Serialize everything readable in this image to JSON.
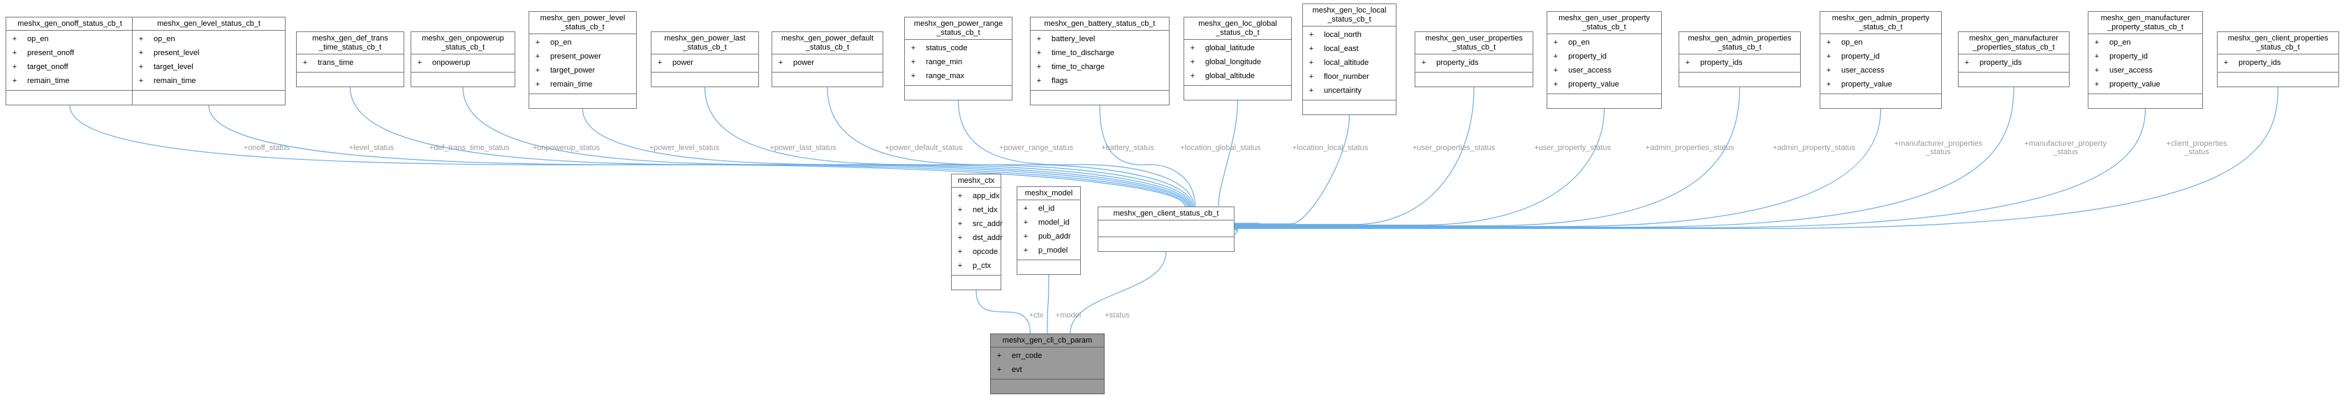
{
  "nodes": [
    {
      "id": "onoff",
      "title": [
        "meshx_gen_onoff_status_cb_t"
      ],
      "attrs": [
        "op_en",
        "present_onoff",
        "target_onoff",
        "remain_time"
      ]
    },
    {
      "id": "level",
      "title": [
        "meshx_gen_level_status_cb_t"
      ],
      "attrs": [
        "op_en",
        "present_level",
        "target_level",
        "remain_time"
      ]
    },
    {
      "id": "deftrans",
      "title": [
        "meshx_gen_def_trans",
        "_time_status_cb_t"
      ],
      "attrs": [
        "trans_time"
      ]
    },
    {
      "id": "onpowerup",
      "title": [
        "meshx_gen_onpowerup",
        "_status_cb_t"
      ],
      "attrs": [
        "onpowerup"
      ]
    },
    {
      "id": "powerlevel",
      "title": [
        "meshx_gen_power_level",
        "_status_cb_t"
      ],
      "attrs": [
        "op_en",
        "present_power",
        "target_power",
        "remain_time"
      ]
    },
    {
      "id": "powerlast",
      "title": [
        "meshx_gen_power_last",
        "_status_cb_t"
      ],
      "attrs": [
        "power"
      ]
    },
    {
      "id": "powerdefault",
      "title": [
        "meshx_gen_power_default",
        "_status_cb_t"
      ],
      "attrs": [
        "power"
      ]
    },
    {
      "id": "powerrange",
      "title": [
        "meshx_gen_power_range",
        "_status_cb_t"
      ],
      "attrs": [
        "status_code",
        "range_min",
        "range_max"
      ]
    },
    {
      "id": "battery",
      "title": [
        "meshx_gen_battery_status_cb_t"
      ],
      "attrs": [
        "battery_level",
        "time_to_discharge",
        "time_to_charge",
        "flags"
      ]
    },
    {
      "id": "locglobal",
      "title": [
        "meshx_gen_loc_global",
        "_status_cb_t"
      ],
      "attrs": [
        "global_latitude",
        "global_longitude",
        "global_altitude"
      ]
    },
    {
      "id": "loclocal",
      "title": [
        "meshx_gen_loc_local",
        "_status_cb_t"
      ],
      "attrs": [
        "local_north",
        "local_east",
        "local_altitude",
        "floor_number",
        "uncertainty"
      ]
    },
    {
      "id": "userprops",
      "title": [
        "meshx_gen_user_properties",
        "_status_cb_t"
      ],
      "attrs": [
        "property_ids"
      ]
    },
    {
      "id": "userprop",
      "title": [
        "meshx_gen_user_property",
        "_status_cb_t"
      ],
      "attrs": [
        "op_en",
        "property_id",
        "user_access",
        "property_value"
      ]
    },
    {
      "id": "adminprops",
      "title": [
        "meshx_gen_admin_properties",
        "_status_cb_t"
      ],
      "attrs": [
        "property_ids"
      ]
    },
    {
      "id": "adminprop",
      "title": [
        "meshx_gen_admin_property",
        "_status_cb_t"
      ],
      "attrs": [
        "op_en",
        "property_id",
        "user_access",
        "property_value"
      ]
    },
    {
      "id": "mfrprops",
      "title": [
        "meshx_gen_manufacturer",
        "_properties_status_cb_t"
      ],
      "attrs": [
        "property_ids"
      ]
    },
    {
      "id": "mfrprop",
      "title": [
        "meshx_gen_manufacturer",
        "_property_status_cb_t"
      ],
      "attrs": [
        "op_en",
        "property_id",
        "user_access",
        "property_value"
      ]
    },
    {
      "id": "clientprops",
      "title": [
        "meshx_gen_client_properties",
        "_status_cb_t"
      ],
      "attrs": [
        "property_ids"
      ]
    },
    {
      "id": "ctx",
      "title": [
        "meshx_ctx"
      ],
      "attrs": [
        "app_idx",
        "net_idx",
        "src_addr",
        "dst_addr",
        "opcode",
        "p_ctx"
      ]
    },
    {
      "id": "model",
      "title": [
        "meshx_model"
      ],
      "attrs": [
        "el_id",
        "model_id",
        "pub_addr",
        "p_model"
      ]
    },
    {
      "id": "client",
      "title": [
        "meshx_gen_client_status_cb_t"
      ],
      "attrs": []
    },
    {
      "id": "param",
      "title": [
        "meshx_gen_cli_cb_param"
      ],
      "attrs": [
        "err_code",
        "evt"
      ],
      "focus": true
    }
  ],
  "edges": [
    {
      "from": "onoff",
      "to": "client",
      "label": [
        "+onoff_status"
      ]
    },
    {
      "from": "level",
      "to": "client",
      "label": [
        "+level_status"
      ]
    },
    {
      "from": "deftrans",
      "to": "client",
      "label": [
        "+def_trans_time_status"
      ]
    },
    {
      "from": "onpowerup",
      "to": "client",
      "label": [
        "+onpowerup_status"
      ]
    },
    {
      "from": "powerlevel",
      "to": "client",
      "label": [
        "+power_level_status"
      ]
    },
    {
      "from": "powerlast",
      "to": "client",
      "label": [
        "+power_last_status"
      ]
    },
    {
      "from": "powerdefault",
      "to": "client",
      "label": [
        "+power_default_status"
      ]
    },
    {
      "from": "powerrange",
      "to": "client",
      "label": [
        "+power_range_status"
      ]
    },
    {
      "from": "battery",
      "to": "client",
      "label": [
        "+battery_status"
      ]
    },
    {
      "from": "locglobal",
      "to": "client",
      "label": [
        "+location_global_status"
      ]
    },
    {
      "from": "loclocal",
      "to": "client",
      "label": [
        "+location_local_status"
      ]
    },
    {
      "from": "userprops",
      "to": "client",
      "label": [
        "+user_properties_status"
      ]
    },
    {
      "from": "userprop",
      "to": "client",
      "label": [
        "+user_property_status"
      ]
    },
    {
      "from": "adminprops",
      "to": "client",
      "label": [
        "+admin_properties_status"
      ]
    },
    {
      "from": "adminprop",
      "to": "client",
      "label": [
        "+admin_property_status"
      ]
    },
    {
      "from": "mfrprops",
      "to": "client",
      "label": [
        "+manufacturer_properties",
        "_status"
      ]
    },
    {
      "from": "mfrprop",
      "to": "client",
      "label": [
        "+manufacturer_property",
        "_status"
      ]
    },
    {
      "from": "clientprops",
      "to": "client",
      "label": [
        "+client_properties",
        "_status"
      ]
    },
    {
      "from": "ctx",
      "to": "param",
      "label": [
        "+ctx"
      ]
    },
    {
      "from": "model",
      "to": "param",
      "label": [
        "+model"
      ]
    },
    {
      "from": "client",
      "to": "param",
      "label": [
        "+status"
      ]
    }
  ],
  "visibility_symbol": "+",
  "colors": {
    "edge": "#6aaee8",
    "label": "#9a9a9a",
    "border": "#7a7a7a",
    "focus_fill": "#9a9a9a"
  }
}
